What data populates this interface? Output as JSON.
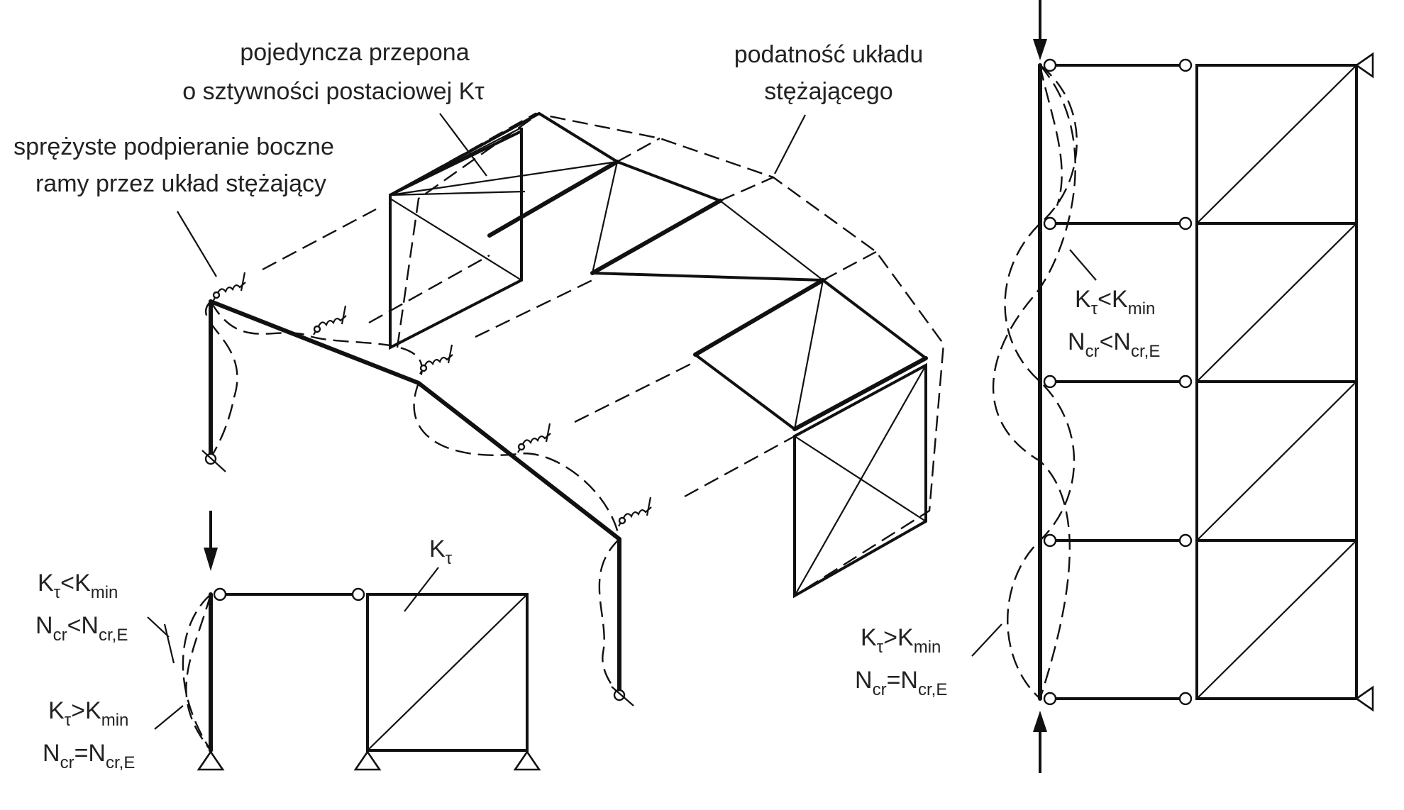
{
  "labels": {
    "single_diaphragm_line1": "pojedyncza przepona",
    "single_diaphragm_line2": "o sztywności postaciowej Kτ",
    "bracing_flex_line1": "podatność układu",
    "bracing_flex_line2": "stężającego",
    "elastic_support_line1": "sprężyste podpieranie boczne",
    "elastic_support_line2": "ramy przez układ stężający"
  },
  "left_frame": {
    "k_tau": "K",
    "k_tau_sub": "τ",
    "case_low": {
      "k": "K",
      "k_sub": "τ",
      "rel": "<",
      "kmin": "K",
      "kmin_sub": "min",
      "n": "N",
      "n_sub": "cr",
      "n_rel": "<",
      "ne": "N",
      "ne_sub": "cr,E"
    },
    "case_high": {
      "k": "K",
      "k_sub": "τ",
      "rel": ">",
      "kmin": "K",
      "kmin_sub": "min",
      "n": "N",
      "n_sub": "cr",
      "n_rel": "=",
      "ne": "N",
      "ne_sub": "cr,E"
    }
  },
  "right_frame": {
    "case_low": {
      "k": "K",
      "k_sub": "τ",
      "rel": "<",
      "kmin": "K",
      "kmin_sub": "min",
      "n": "N",
      "n_sub": "cr",
      "n_rel": "<",
      "ne": "N",
      "ne_sub": "cr,E"
    },
    "case_high": {
      "k": "K",
      "k_sub": "τ",
      "rel": ">",
      "kmin": "K",
      "kmin_sub": "min",
      "n": "N",
      "n_sub": "cr",
      "n_rel": "=",
      "ne": "N",
      "ne_sub": "cr,E"
    }
  }
}
